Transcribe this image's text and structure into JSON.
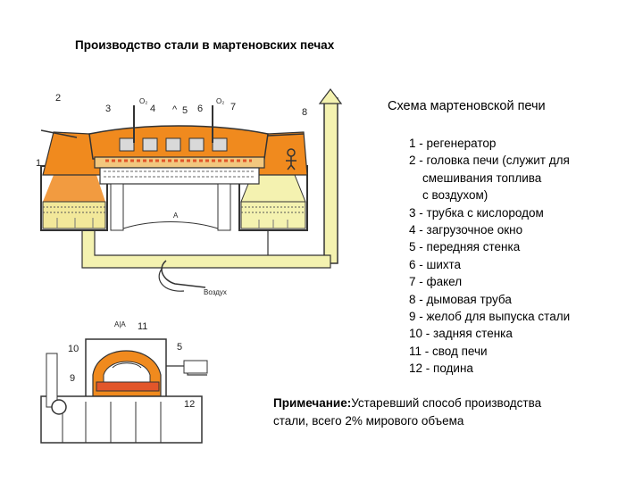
{
  "title": "Производство стали в мартеновских печах",
  "scheme_title": "Схема мартеновской печи",
  "legend": [
    "1 - регенератор",
    "2 - головка печи (служит для",
    "    смешивания топлива",
    "    с воздухом)",
    "3 - трубка с кислородом",
    "4 - загрузочное окно",
    "5 - передняя стенка",
    "6 - шихта",
    "7 - факел",
    "8 - дымовая труба",
    "9 - желоб для выпуска стали",
    "10 - задняя стенка",
    "11 - свод печи",
    "12 - подина"
  ],
  "note": {
    "label": "Примечание:",
    "text": "Устаревший способ производства стали, всего 2% мирового объема"
  },
  "diagram_labels": {
    "n1": "1",
    "n2": "2",
    "n3": "3",
    "n4": "4",
    "n5": "5",
    "n6": "6",
    "n7": "7",
    "n8": "8",
    "o2a": "O₂",
    "o2b": "O₂",
    "a_sym": "^",
    "a_top": "A",
    "air": "Воздух",
    "aa": "А|А",
    "n11": "11",
    "n10": "10",
    "n5b": "5",
    "n9": "9",
    "n12": "12"
  },
  "colors": {
    "flame": "#f08a1e",
    "brick": "#f2c77e",
    "duct": "#f4f2b0",
    "melt": "#e2562a",
    "outline": "#333333"
  }
}
